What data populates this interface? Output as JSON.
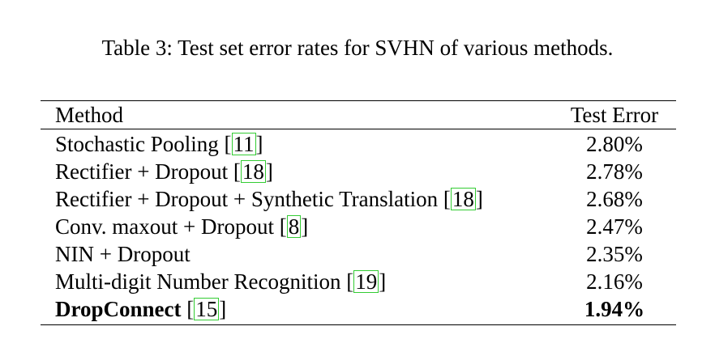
{
  "caption": "Table 3: Test set error rates for SVHN of various methods.",
  "header": {
    "method": "Method",
    "error": "Test Error"
  },
  "rows": [
    {
      "method": "Stochastic Pooling ",
      "cite": "11",
      "error": "2.80%",
      "bold": false
    },
    {
      "method": "Rectifier + Dropout ",
      "cite": "18",
      "error": "2.78%",
      "bold": false
    },
    {
      "method": "Rectifier + Dropout + Synthetic Translation ",
      "cite": "18",
      "error": "2.68%",
      "bold": false
    },
    {
      "method": "Conv. maxout + Dropout ",
      "cite": "8",
      "error": "2.47%",
      "bold": false
    },
    {
      "method": "NIN + Dropout",
      "cite": null,
      "error": "2.35%",
      "bold": false
    },
    {
      "method": "Multi-digit Number Recognition ",
      "cite": "19",
      "error": "2.16%",
      "bold": false
    },
    {
      "method": "DropConnect",
      "cite": "15",
      "error": "1.94%",
      "bold": true
    }
  ],
  "colors": {
    "citation_box": "#33cc33",
    "text": "#000000"
  }
}
